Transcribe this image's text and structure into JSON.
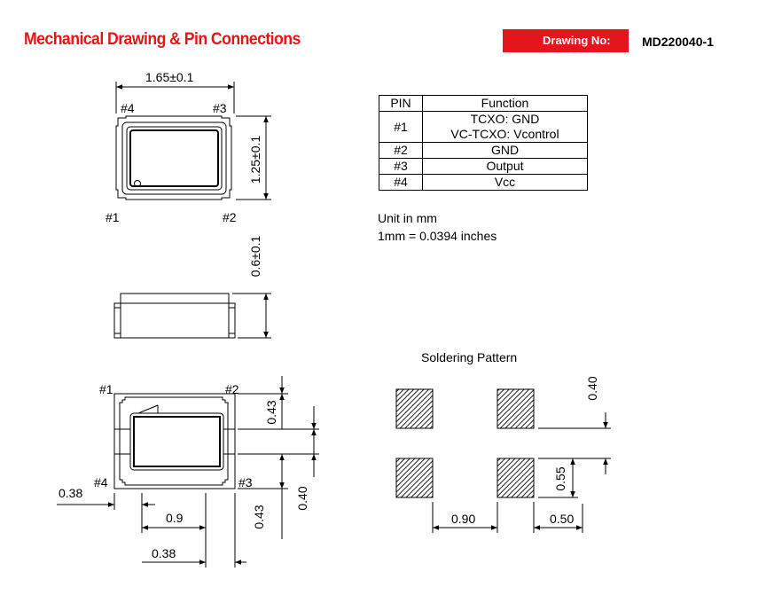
{
  "header": {
    "title": "Mechanical Drawing & Pin Connections",
    "drawing_no_label": "Drawing No:",
    "drawing_no_value": "MD220040-1"
  },
  "top_view": {
    "width_dim": "1.65±0.1",
    "height_dim": "1.25±0.1",
    "pins": {
      "p4": "#4",
      "p3": "#3",
      "p1": "#1",
      "p2": "#2"
    }
  },
  "side_view": {
    "thickness_dim": "0.6±0.1"
  },
  "pin_table": {
    "headers": [
      "PIN",
      "Function"
    ],
    "rows": [
      {
        "pin": "#1",
        "function_lines": [
          "TCXO: GND",
          "VC-TCXO: Vcontrol"
        ]
      },
      {
        "pin": "#2",
        "function_lines": [
          "GND"
        ]
      },
      {
        "pin": "#3",
        "function_lines": [
          "Output"
        ]
      },
      {
        "pin": "#4",
        "function_lines": [
          "Vcc"
        ]
      }
    ]
  },
  "units": {
    "line1": "Unit in mm",
    "line2": "1mm = 0.0394 inches"
  },
  "bottom_view": {
    "pins": {
      "p1": "#1",
      "p2": "#2",
      "p4": "#4",
      "p3": "#3"
    },
    "dims": {
      "pad_height_top": "0.43",
      "gap": "0.40",
      "pad_height_bottom": "0.43",
      "pad_width_left": "0.38",
      "pitch": "0.9",
      "pad_width_bottom": "0.38"
    }
  },
  "soldering": {
    "title": "Soldering Pattern",
    "dims": {
      "pad_height": "0.40",
      "gap": "0.55",
      "pitch": "0.90",
      "pad_width": "0.50"
    }
  }
}
